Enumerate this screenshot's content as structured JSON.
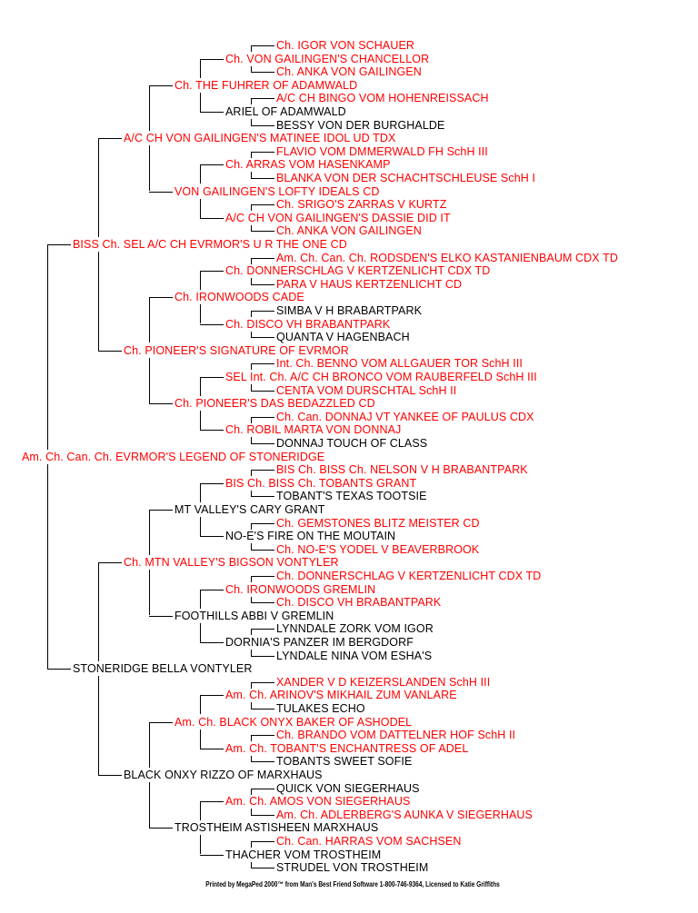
{
  "colors": {
    "titled": "#ff0000",
    "untitled": "#000000",
    "lines": "#000000"
  },
  "pedigree": {
    "name": "Am. Ch. Can. Ch. EVRMOR'S LEGEND OF STONERIDGE",
    "titled": true,
    "sire": {
      "name": "BISS Ch. SEL A/C CH EVRMOR'S U R THE ONE CD",
      "titled": true,
      "sire": {
        "name": "A/C CH VON GAILINGEN'S MATINEE IDOL UD TDX",
        "titled": true,
        "sire": {
          "name": "Ch. THE FUHRER OF ADAMWALD",
          "titled": true,
          "sire": {
            "name": "Ch. VON GAILINGEN'S CHANCELLOR",
            "titled": true,
            "sire": {
              "name": "Ch. IGOR VON SCHAUER",
              "titled": true
            },
            "dam": {
              "name": "Ch. ANKA VON GAILINGEN",
              "titled": true
            }
          },
          "dam": {
            "name": "ARIEL OF ADAMWALD",
            "titled": false,
            "sire": {
              "name": "A/C CH BINGO VOM HOHENREISSACH",
              "titled": true
            },
            "dam": {
              "name": "BESSY VON DER BURGHALDE",
              "titled": false
            }
          }
        },
        "dam": {
          "name": "VON GAILINGEN'S LOFTY IDEALS CD",
          "titled": true,
          "sire": {
            "name": "Ch. ARRAS VOM HASENKAMP",
            "titled": true,
            "sire": {
              "name": "FLAVIO VOM DMMERWALD FH SchH III",
              "titled": true
            },
            "dam": {
              "name": "BLANKA VON DER SCHACHTSCHLEUSE SchH I",
              "titled": true
            }
          },
          "dam": {
            "name": "A/C CH VON GAILINGEN'S DASSIE DID IT",
            "titled": true,
            "sire": {
              "name": "Ch. SRIGO'S ZARRAS V KURTZ",
              "titled": true
            },
            "dam": {
              "name": "Ch. ANKA VON GAILINGEN",
              "titled": true
            }
          }
        }
      },
      "dam": {
        "name": "Ch. PIONEER'S SIGNATURE OF EVRMOR",
        "titled": true,
        "sire": {
          "name": "Ch. IRONWOODS CADE",
          "titled": true,
          "sire": {
            "name": "Ch. DONNERSCHLAG V KERTZENLICHT CDX TD",
            "titled": true,
            "sire": {
              "name": "Am. Ch. Can. Ch. RODSDEN'S ELKO KASTANIENBAUM CDX TD",
              "titled": true
            },
            "dam": {
              "name": "PARA V HAUS KERTZENLICHT CD",
              "titled": true
            }
          },
          "dam": {
            "name": "Ch. DISCO VH BRABANTPARK",
            "titled": true,
            "sire": {
              "name": "SIMBA V H BRABARTPARK",
              "titled": false
            },
            "dam": {
              "name": "QUANTA V HAGENBACH",
              "titled": false
            }
          }
        },
        "dam": {
          "name": "Ch. PIONEER'S DAS BEDAZZLED CD",
          "titled": true,
          "sire": {
            "name": "SEL Int. Ch. A/C CH BRONCO VOM RAUBERFELD SchH III",
            "titled": true,
            "sire": {
              "name": "Int. Ch. BENNO VOM ALLGAUER TOR SchH III",
              "titled": true
            },
            "dam": {
              "name": "CENTA VOM DURSCHTAL SchH II",
              "titled": true
            }
          },
          "dam": {
            "name": "Ch. ROBIL MARTA VON DONNAJ",
            "titled": true,
            "sire": {
              "name": "Ch. Can. DONNAJ VT YANKEE OF PAULUS CDX",
              "titled": true
            },
            "dam": {
              "name": "DONNAJ TOUCH OF CLASS",
              "titled": false
            }
          }
        }
      }
    },
    "dam": {
      "name": "STONERIDGE BELLA VONTYLER",
      "titled": false,
      "sire": {
        "name": "Ch. MTN VALLEY'S BIGSON VONTYLER",
        "titled": true,
        "sire": {
          "name": "MT VALLEY'S CARY GRANT",
          "titled": false,
          "sire": {
            "name": "BIS Ch. BISS Ch. TOBANTS GRANT",
            "titled": true,
            "sire": {
              "name": "BIS Ch. BISS Ch. NELSON V H BRABANTPARK",
              "titled": true
            },
            "dam": {
              "name": "TOBANT'S TEXAS TOOTSIE",
              "titled": false
            }
          },
          "dam": {
            "name": "NO-E'S FIRE ON THE MOUTAIN",
            "titled": false,
            "sire": {
              "name": "Ch. GEMSTONES BLITZ MEISTER CD",
              "titled": true
            },
            "dam": {
              "name": "Ch. NO-E'S YODEL V BEAVERBROOK",
              "titled": true
            }
          }
        },
        "dam": {
          "name": "FOOTHILLS ABBI V GREMLIN",
          "titled": false,
          "sire": {
            "name": "Ch. IRONWOODS GREMLIN",
            "titled": true,
            "sire": {
              "name": "Ch. DONNERSCHLAG V KERTZENLICHT CDX TD",
              "titled": true
            },
            "dam": {
              "name": "Ch. DISCO VH BRABANTPARK",
              "titled": true
            }
          },
          "dam": {
            "name": "DORNIA'S PANZER IM BERGDORF",
            "titled": false,
            "sire": {
              "name": "LYNNDALE ZORK VOM IGOR",
              "titled": false
            },
            "dam": {
              "name": "LYNDALE NINA VOM ESHA'S",
              "titled": false
            }
          }
        }
      },
      "dam": {
        "name": "BLACK ONXY RIZZO OF MARXHAUS",
        "titled": false,
        "sire": {
          "name": "Am. Ch. BLACK ONYX BAKER OF ASHODEL",
          "titled": true,
          "sire": {
            "name": "Am. Ch. ARINOV'S MIKHAIL ZUM VANLARE",
            "titled": true,
            "sire": {
              "name": "XANDER V D KEIZERSLANDEN SchH III",
              "titled": true
            },
            "dam": {
              "name": "TULAKES ECHO",
              "titled": false
            }
          },
          "dam": {
            "name": "Am. Ch. TOBANT'S ENCHANTRESS OF ADEL",
            "titled": true,
            "sire": {
              "name": "Ch. BRANDO VOM DATTELNER HOF SchH II",
              "titled": true
            },
            "dam": {
              "name": "TOBANTS SWEET SOFIE",
              "titled": false
            }
          }
        },
        "dam": {
          "name": "TROSTHEIM ASTISHEEN MARXHAUS",
          "titled": false,
          "sire": {
            "name": "Am. Ch. AMOS VON SIEGERHAUS",
            "titled": true,
            "sire": {
              "name": "QUICK VON SIEGERHAUS",
              "titled": false
            },
            "dam": {
              "name": "Am. Ch. ADLERBERG'S AUNKA V SIEGERHAUS",
              "titled": true
            }
          },
          "dam": {
            "name": "THACHER VOM TROSTHEIM",
            "titled": false,
            "sire": {
              "name": "Ch. Can. HARRAS VOM SACHSEN",
              "titled": true
            },
            "dam": {
              "name": "STRUDEL VON TROSTHEIM",
              "titled": false
            }
          }
        }
      }
    }
  },
  "footer": "Printed by MegaPed 2000™ from Man's Best Friend Software 1-800-746-9364, Licensed to Katie Griffiths"
}
